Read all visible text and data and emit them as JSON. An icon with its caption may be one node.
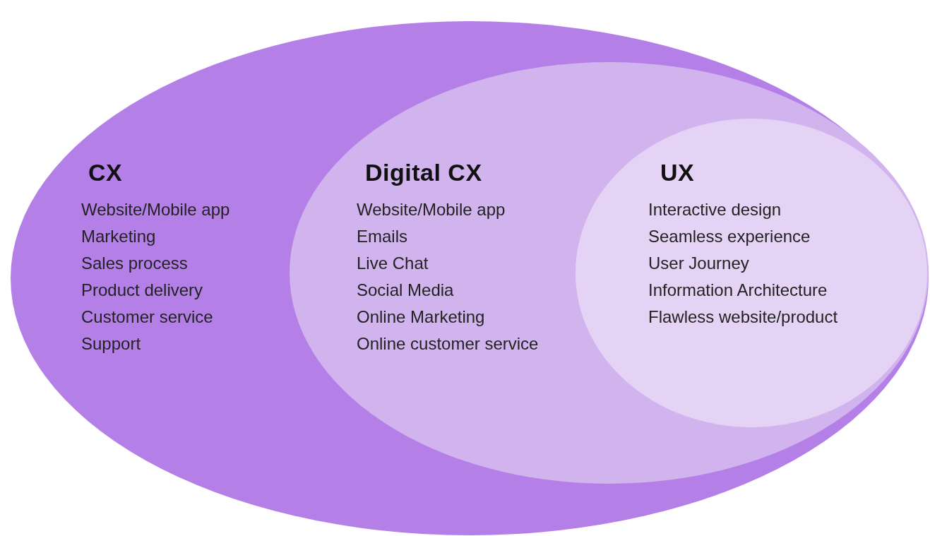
{
  "diagram": {
    "nodes": [
      {
        "text": [
          "CX",
          "Website/Mobile app",
          "Marketing",
          "Sales process",
          "Product delivery",
          "Customer service",
          "Support"
        ]
      },
      {
        "text": [
          "Digital CX",
          "Website/Mobile app",
          "Emails",
          "Live Chat",
          "Social Media",
          "Online Marketing",
          "Online customer service"
        ],
        "in": 0
      },
      {
        "text": [
          "UX",
          "Interactive design",
          "Seamless experience",
          "User Journey",
          "Information Architecture",
          "Flawless website/product"
        ],
        "in": 1
      }
    ]
  }
}
